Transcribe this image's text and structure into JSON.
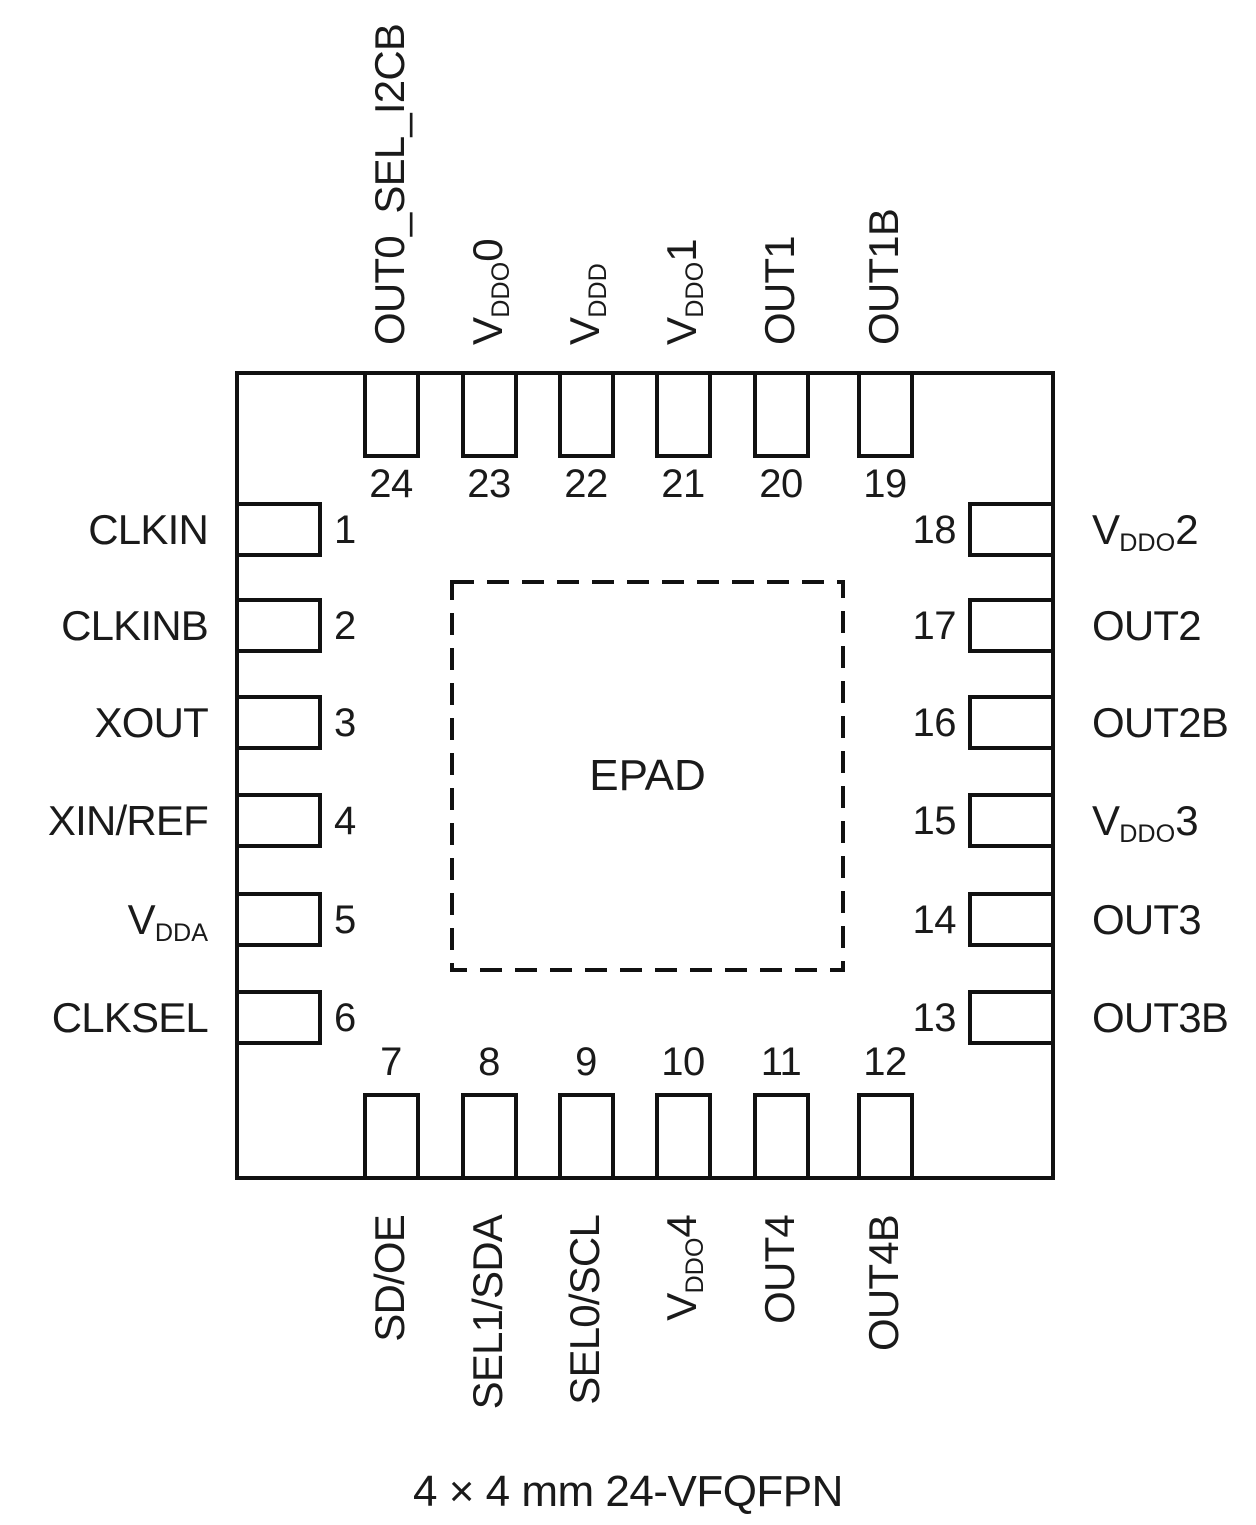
{
  "diagram": {
    "epad_label": "EPAD",
    "caption": "4 × 4 mm 24-VFQFPN",
    "ink_color": "#1a1a1a",
    "line_color": "#111111"
  },
  "pins": {
    "top": [
      {
        "num": "24",
        "label": "OUT0_SEL_I2CB"
      },
      {
        "num": "23",
        "label": "V~DDO~0"
      },
      {
        "num": "22",
        "label": "V~DDD~"
      },
      {
        "num": "21",
        "label": "V~DDO~1"
      },
      {
        "num": "20",
        "label": "OUT1"
      },
      {
        "num": "19",
        "label": "OUT1B"
      }
    ],
    "bottom": [
      {
        "num": "7",
        "label": "SD/OE"
      },
      {
        "num": "8",
        "label": "SEL1/SDA"
      },
      {
        "num": "9",
        "label": "SEL0/SCL"
      },
      {
        "num": "10",
        "label": "V~DDO~4"
      },
      {
        "num": "11",
        "label": "OUT4"
      },
      {
        "num": "12",
        "label": "OUT4B"
      }
    ],
    "left": [
      {
        "num": "1",
        "label": "CLKIN"
      },
      {
        "num": "2",
        "label": "CLKINB"
      },
      {
        "num": "3",
        "label": "XOUT"
      },
      {
        "num": "4",
        "label": "XIN/REF"
      },
      {
        "num": "5",
        "label": "V~DDA~"
      },
      {
        "num": "6",
        "label": "CLKSEL"
      }
    ],
    "right": [
      {
        "num": "18",
        "label": "V~DDO~2"
      },
      {
        "num": "17",
        "label": "OUT2"
      },
      {
        "num": "16",
        "label": "OUT2B"
      },
      {
        "num": "15",
        "label": "V~DDO~3"
      },
      {
        "num": "14",
        "label": "OUT3"
      },
      {
        "num": "13",
        "label": "OUT3B"
      }
    ]
  }
}
